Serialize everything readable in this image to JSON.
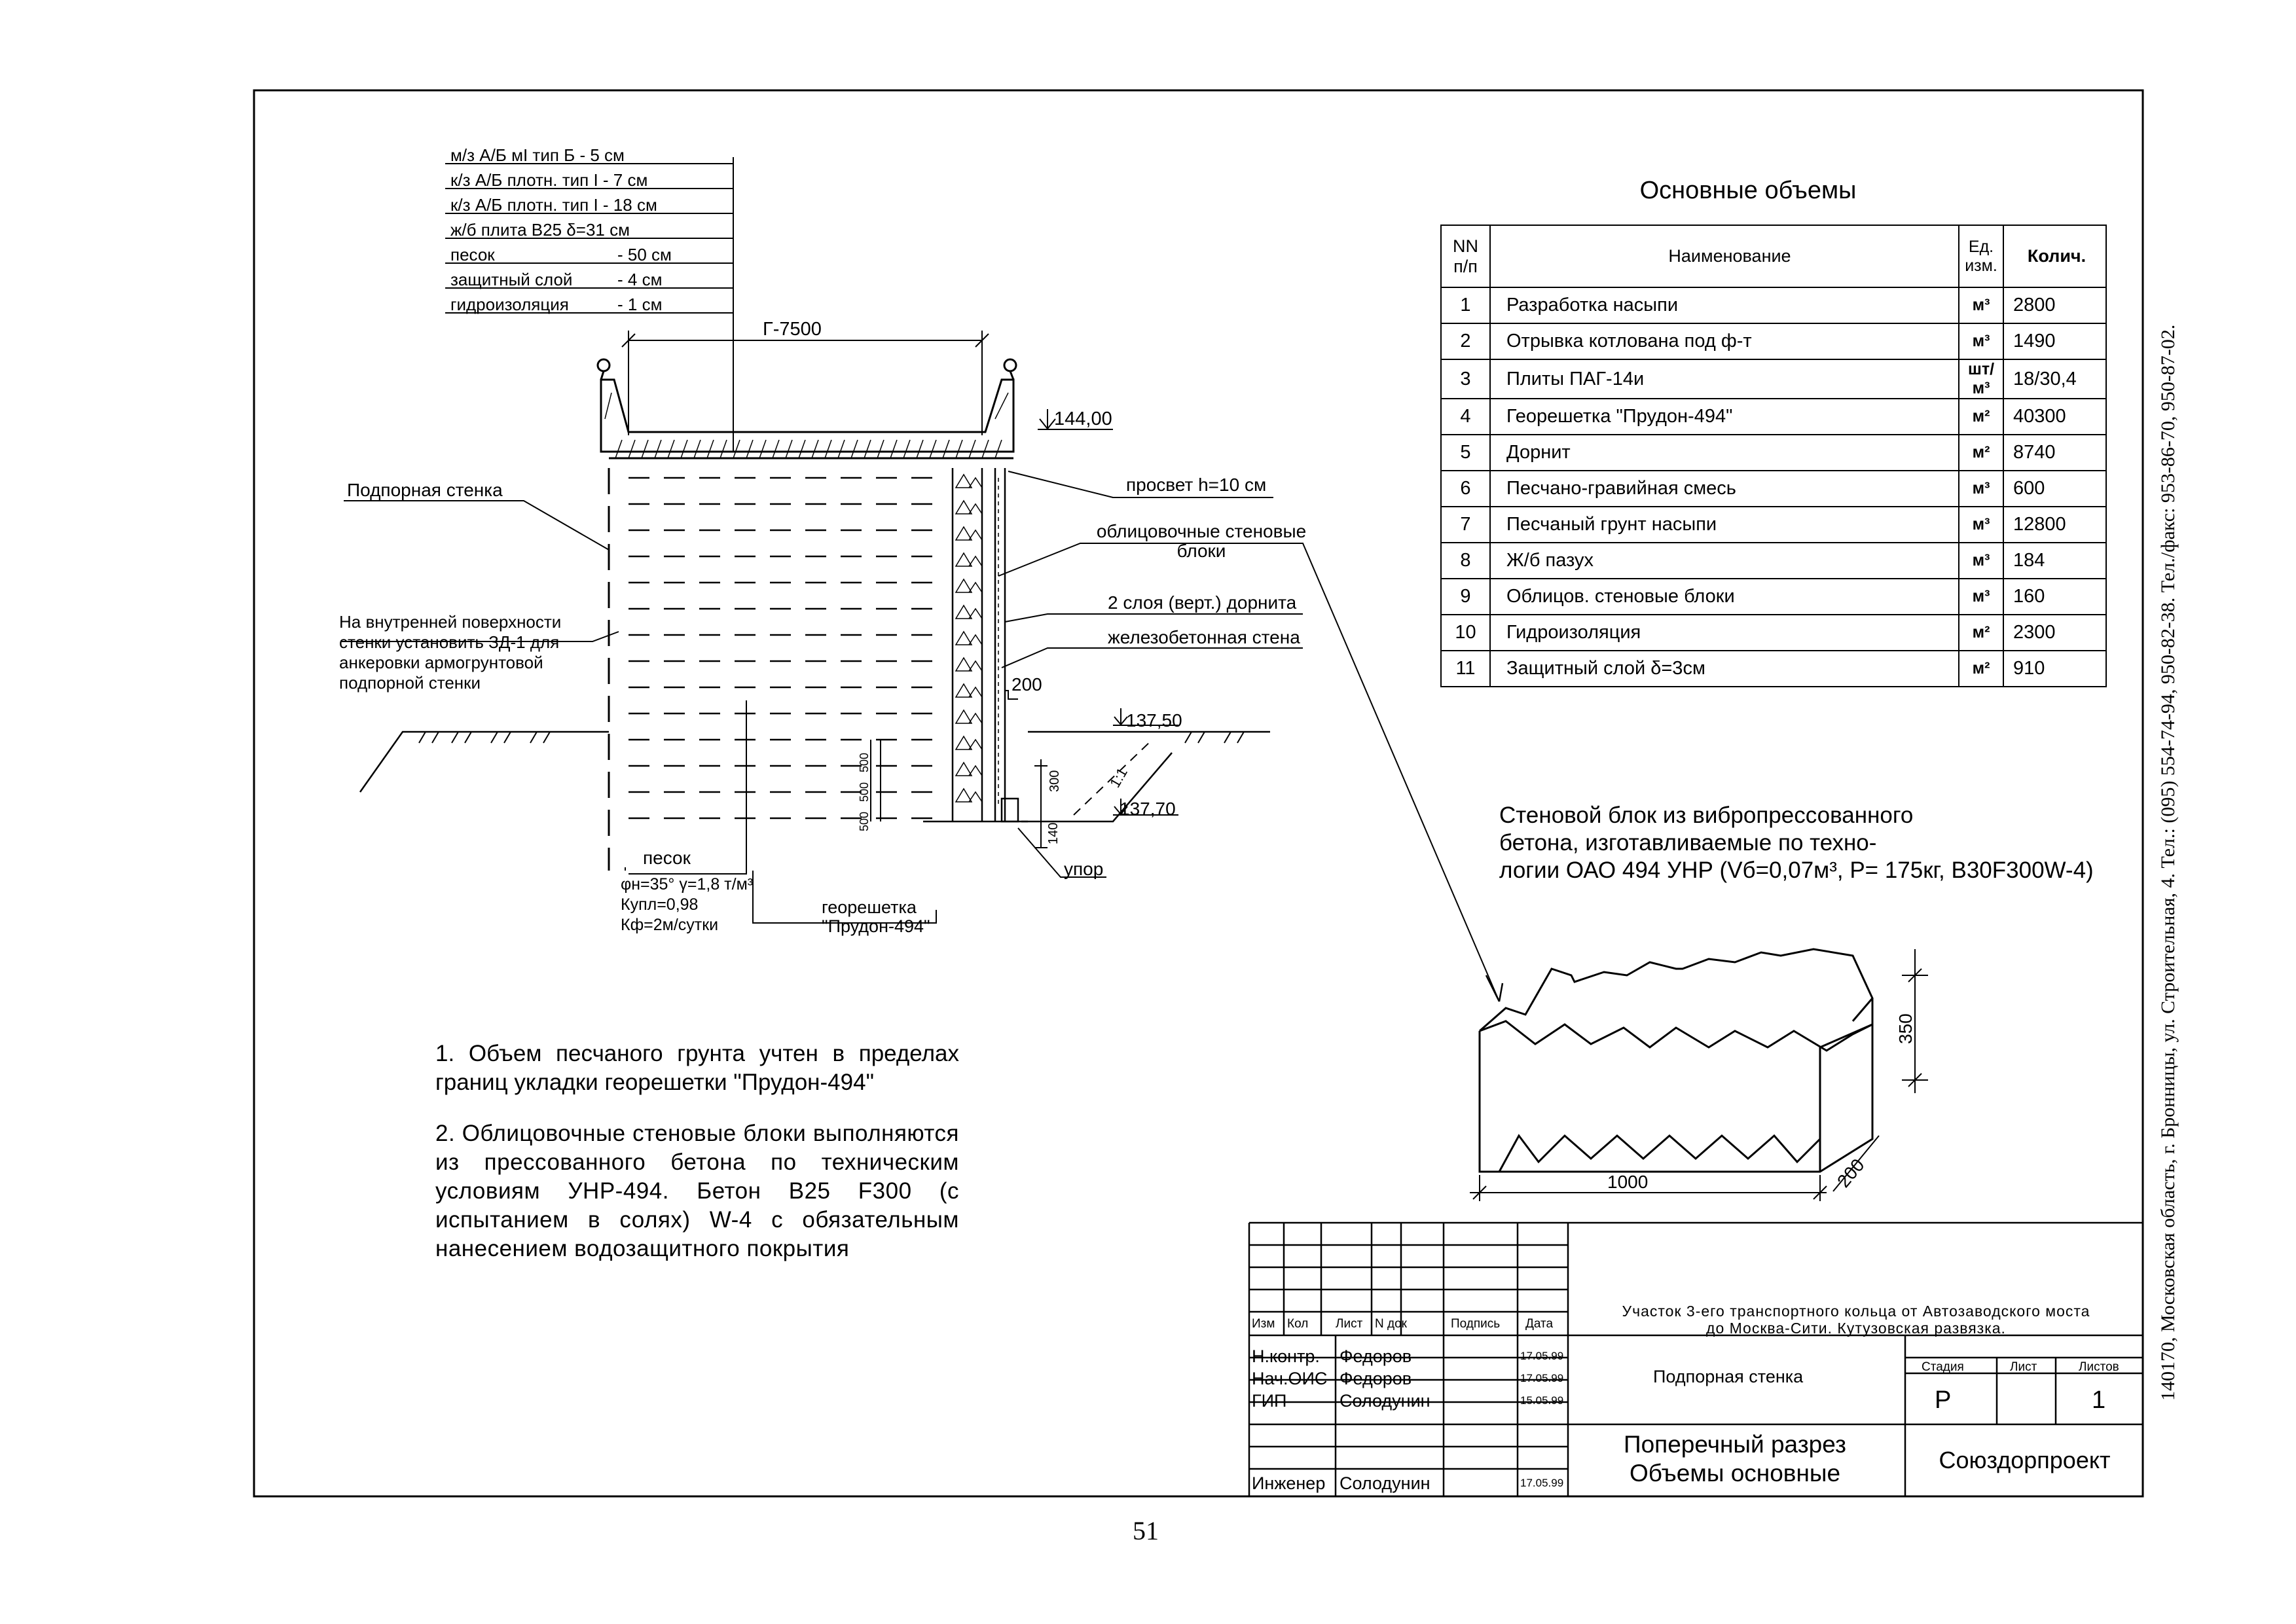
{
  "layers": [
    {
      "name": "м/з А/Б мI тип Б - 5 см",
      "value": ""
    },
    {
      "name": "к/з А/Б плотн. тип I - 7 см",
      "value": ""
    },
    {
      "name": "к/з А/Б плотн. тип I - 18 см",
      "value": ""
    },
    {
      "name": "ж/б плита В25 δ=31 см",
      "value": ""
    },
    {
      "name": "песок",
      "value": "- 50 см"
    },
    {
      "name": "защитный слой",
      "value": "- 4 см"
    },
    {
      "name": "гидроизоляция",
      "value": "- 1 см"
    }
  ],
  "section": {
    "width_label": "Г-7500",
    "elev_top": "144,00",
    "elev_ground": "137,50",
    "elev_bottom": "137,70",
    "retaining_wall": "Подпорная стенка",
    "inner_surface_note": [
      "На внутренней поверхности",
      "стенки установить ЗД-1 для",
      "анкеровки армогрунтовой",
      "подпорной стенки"
    ],
    "clearance": "просвет h=10 см",
    "facing_blocks": [
      "облицовочные стеновые",
      "блоки"
    ],
    "dornit": "2 слоя (верт.) дорнита",
    "rc_wall": "железобетонная стена",
    "dim_200": "200",
    "dim_300": "300",
    "dim_140": "140",
    "dims_500": [
      "500",
      "500",
      "500"
    ],
    "slope": "1:1",
    "stop": "упор",
    "sand": "песок",
    "sand_props": [
      "φн=35° γ=1,8 т/м³",
      "Купл=0,98",
      "Кф=2м/сутки"
    ],
    "geogrid": [
      "георешетка",
      "\"Прудон-494\""
    ]
  },
  "volumes": {
    "title": "Основные объемы",
    "headers": {
      "no": "NN п/п",
      "name": "Наименование",
      "unit": "Ед. изм.",
      "qty": "Колич."
    },
    "rows": [
      {
        "no": "1",
        "name": "Разработка насыпи",
        "unit": "м³",
        "qty": "2800"
      },
      {
        "no": "2",
        "name": "Отрывка котлована под ф-т",
        "unit": "м³",
        "qty": "1490"
      },
      {
        "no": "3",
        "name": "Плиты ПАГ-14и",
        "unit": "шт/м³",
        "qty": "18/30,4"
      },
      {
        "no": "4",
        "name": "Георешетка \"Прудон-494\"",
        "unit": "м²",
        "qty": "40300"
      },
      {
        "no": "5",
        "name": "Дорнит",
        "unit": "м²",
        "qty": "8740"
      },
      {
        "no": "6",
        "name": "Песчано-гравийная смесь",
        "unit": "м³",
        "qty": "600"
      },
      {
        "no": "7",
        "name": "Песчаный грунт насыпи",
        "unit": "м³",
        "qty": "12800"
      },
      {
        "no": "8",
        "name": "Ж/б пазух",
        "unit": "м³",
        "qty": "184"
      },
      {
        "no": "9",
        "name": "Облицов. стеновые блоки",
        "unit": "м³",
        "qty": "160"
      },
      {
        "no": "10",
        "name": "Гидроизоляция",
        "unit": "м²",
        "qty": "2300"
      },
      {
        "no": "11",
        "name": "Защитный слой δ=3см",
        "unit": "м²",
        "qty": "910"
      }
    ]
  },
  "block": {
    "caption": [
      "Стеновой блок из вибропрессованного",
      "бетона, изготавливаемые по техно-",
      "логии ОАО 494 УНР (Vб=0,07м³, Р= 175кг, В30F300W-4)"
    ],
    "dim_length": "1000",
    "dim_width": "200",
    "dim_height": "350"
  },
  "notes": [
    "1. Объем песчаного грунта учтен в пределах границ укладки георешетки \"Прудон-494\"",
    "2. Облицовочные стеновые блоки выполняются из прессованного бетона по техническим условиям УНР-494. Бетон В25 F300 (с испытанием в солях) W-4 с обязательным нанесением водозащитного покрытия"
  ],
  "title_block": {
    "project": [
      "Участок 3-его транспортного кольца от Автозаводского моста",
      "до Москва-Сити. Кутузовская развязка."
    ],
    "col_headers": [
      "Изм",
      "Кол",
      "Лист",
      "N док",
      "Подпись",
      "Дата"
    ],
    "signatures": [
      {
        "role": "Н.контр.",
        "name": "Федоров",
        "date": "17.05.99"
      },
      {
        "role": "Нач.ОИС",
        "name": "Федоров",
        "date": "17.05.99"
      },
      {
        "role": "ГИП",
        "name": "Солодунин",
        "date": "15.05.99"
      },
      {
        "role": "Инженер",
        "name": "Солодунин",
        "date": "17.05.99"
      }
    ],
    "object": "Подпорная стенка",
    "stage_label": "Стадия",
    "sheet_label": "Лист",
    "sheets_label": "Листов",
    "stage": "Р",
    "sheets": "1",
    "drawing_title": [
      "Поперечный разрез",
      "Объемы основные"
    ],
    "company": "Союздорпроект"
  },
  "side_text": "140170, Московская область, г. Бронницы, ул. Строительная, 4. Тел.: (095) 554-74-94, 950-82-38. Тел./факс: 953-86-70, 950-87-02.",
  "page_number": "51"
}
